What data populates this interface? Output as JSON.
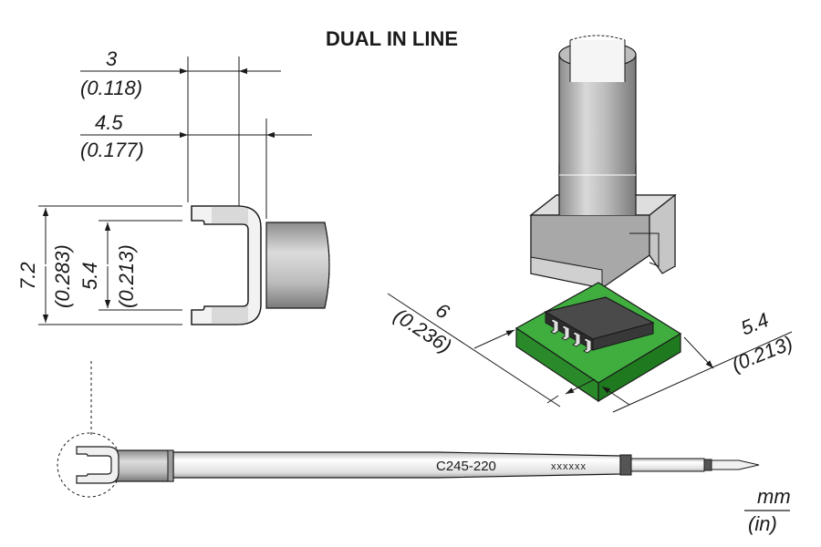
{
  "title": "DUAL IN LINE",
  "dimensions": {
    "width_inner": {
      "mm": "3",
      "in": "(0.118)"
    },
    "width_outer": {
      "mm": "4.5",
      "in": "(0.177)"
    },
    "height_outer": {
      "mm": "7.2",
      "in": "(0.283)"
    },
    "height_inner": {
      "mm": "5.4",
      "in": "(0.213)"
    },
    "chip_length": {
      "mm": "6",
      "in": "(0.236)"
    },
    "chip_width": {
      "mm": "5.4",
      "in": "(0.213)"
    }
  },
  "cartridge": {
    "model": "C245-220",
    "serial": "xxxxxx"
  },
  "units": {
    "primary": "mm",
    "secondary": "(in)"
  },
  "colors": {
    "pcb": "#2f9e2f",
    "metal_light": "#e6e6e6",
    "metal_dark": "#8a8a8a",
    "chip": "#3a3a3a"
  }
}
